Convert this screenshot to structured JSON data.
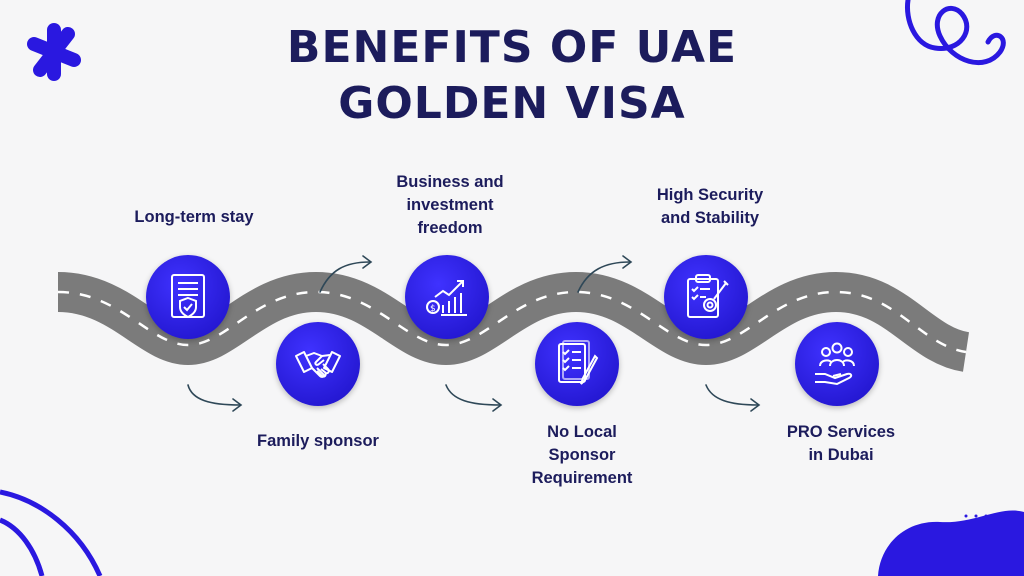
{
  "title": {
    "line1": "BENEFITS OF UAE",
    "line2": "GOLDEN VISA"
  },
  "colors": {
    "title": "#1c1c5c",
    "accent": "#2a18e0",
    "road": "#7b7b7b",
    "background": "#f6f6f7"
  },
  "steps": [
    {
      "label": "Long-term stay",
      "icon": "certificate-shield-icon"
    },
    {
      "label": "Family sponsor",
      "icon": "handshake-icon"
    },
    {
      "label": "Business and\ninvestment\nfreedom",
      "icon": "growth-chart-icon"
    },
    {
      "label": "No Local\nSponsor\nRequirement",
      "icon": "checklist-icon"
    },
    {
      "label": "High Security\nand Stability",
      "icon": "clipboard-gear-icon"
    },
    {
      "label": "PRO Services\nin Dubai",
      "icon": "people-hand-icon"
    }
  ]
}
